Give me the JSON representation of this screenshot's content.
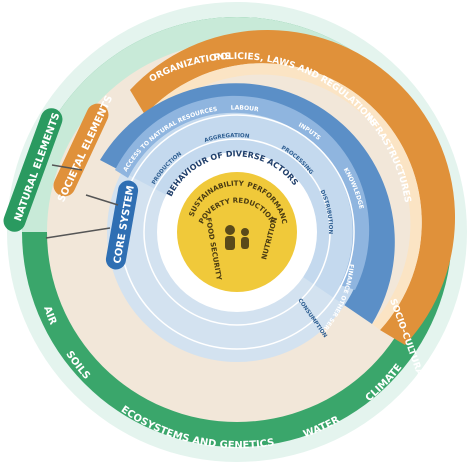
{
  "outer_ring": {
    "label": "NATURAL ELEMENTS",
    "items": [
      "AIR",
      "SOILS",
      "ECOSYSTEMS AND GENETICS",
      "WATER",
      "CLIMATE"
    ],
    "color": "#3aa66b"
  },
  "societal_ring": {
    "label": "SOCIETAL ELEMENTS",
    "items": [
      "ORGANIZATIONS",
      "POLICIES, LAWS AND REGULATIONS",
      "INFRASTRUCTURES",
      "SOCIO-CULTURAL NORMS"
    ],
    "color": "#e0913a"
  },
  "core_system": {
    "label": "CORE SYSTEM",
    "items": [
      "ACCESS TO NATURAL RESOURCES",
      "LABOUR",
      "INPUTS",
      "KNOWLEDGE",
      "FINANCE",
      "OTHER SERVICES"
    ],
    "color": "#5b8fc7"
  },
  "value_chain": {
    "items": [
      "PRODUCTION",
      "AGGREGATION",
      "PROCESSING",
      "DISTRIBUTION",
      "CONSUMPTION"
    ]
  },
  "actors": {
    "label": "BEHAVIOUR OF DIVERSE ACTORS"
  },
  "center": {
    "outcomes": [
      "SUSTAINABILITY",
      "PERFORMANCE",
      "POVERTY REDUCTION",
      "FOOD SECURITY",
      "NUTRITION"
    ],
    "icon": "people-icon",
    "color": "#f0c93a"
  }
}
